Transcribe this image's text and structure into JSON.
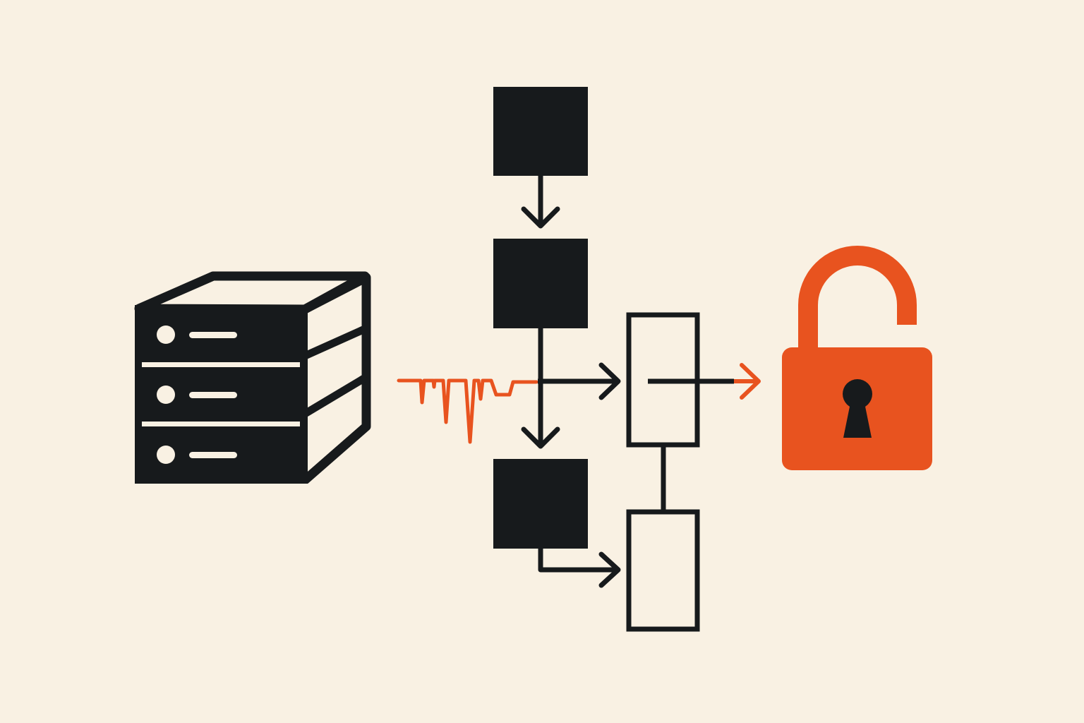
{
  "colors": {
    "background": "#f9f1e3",
    "ink": "#171a1c",
    "accent": "#e8531f"
  },
  "icons": {
    "server": "server-stack-icon",
    "lock": "unlocked-padlock-icon",
    "signal": "glitch-signal-icon"
  },
  "nodes": [
    {
      "id": "block-top",
      "style": "filled"
    },
    {
      "id": "block-middle",
      "style": "filled"
    },
    {
      "id": "block-bottom",
      "style": "filled"
    },
    {
      "id": "frame-upper",
      "style": "outlined"
    },
    {
      "id": "frame-lower",
      "style": "outlined"
    }
  ],
  "edges": [
    {
      "from": "block-top",
      "to": "block-middle"
    },
    {
      "from": "block-middle",
      "to": "block-bottom"
    },
    {
      "from": "block-middle",
      "to": "frame-upper"
    },
    {
      "from": "block-bottom",
      "to": "frame-lower"
    },
    {
      "from": "frame-upper",
      "to": "frame-lower"
    },
    {
      "from": "frame-upper",
      "to": "unlocked-padlock-icon"
    }
  ]
}
